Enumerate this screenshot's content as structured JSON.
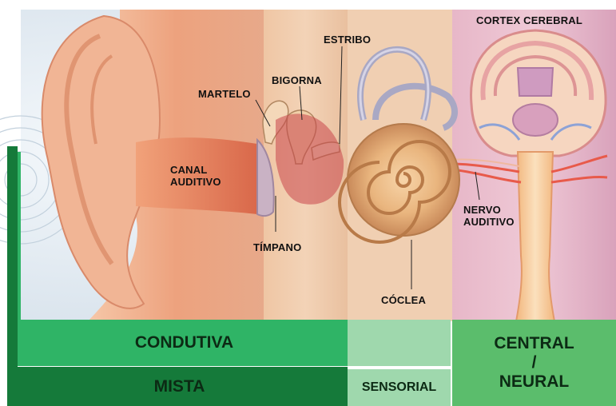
{
  "labels": {
    "estribo": "ESTRIBO",
    "bigorna": "BIGORNA",
    "martelo": "MARTELO",
    "canal_auditivo_1": "CANAL",
    "canal_auditivo_2": "AUDITIVO",
    "timpano": "TÍMPANO",
    "coclea": "CÓCLEA",
    "cortex": "CORTEX CEREBRAL",
    "nervo_1": "NERVO",
    "nervo_2": "AUDITIVO"
  },
  "bands": {
    "condutiva": "CONDUTIVA",
    "mista": "MISTA",
    "sensorial": "SENSORIAL",
    "central_1": "CENTRAL",
    "central_2": "/",
    "central_3": "NEURAL"
  },
  "colors": {
    "condutiva": "#2fb466",
    "mista": "#157a3a",
    "sensorial_top": "#9fd8ad",
    "sensorial": "#9fd8ad",
    "central": "#5bbd6c",
    "left_bar": "#157a3a"
  }
}
